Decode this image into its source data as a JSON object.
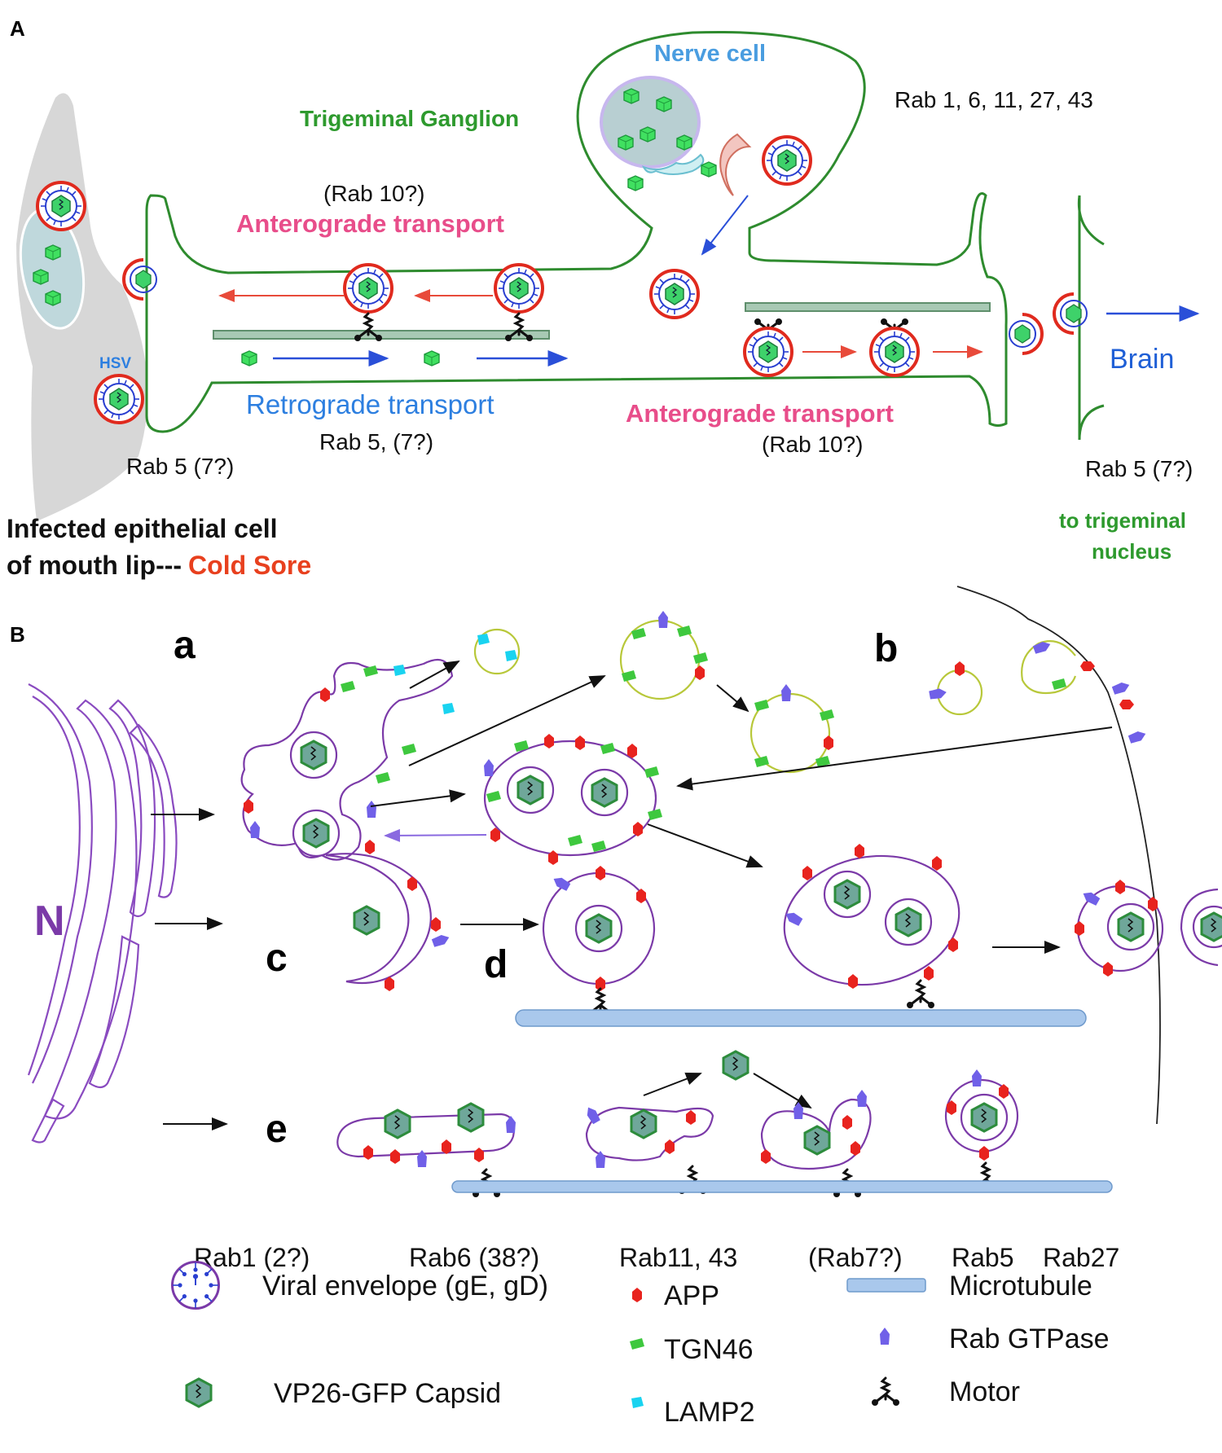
{
  "panel_a": {
    "letter": "A",
    "nerve_cell": "Nerve cell",
    "trigeminal_ganglion": "Trigeminal Ganglion",
    "rab_cell_body": "Rab 1, 6, 11, 27, 43",
    "rab10_top": "(Rab 10?)",
    "anterograde_top": "Anterograde transport",
    "retrograde": "Retrograde transport",
    "rab5_retro": "Rab 5, (7?)",
    "anterograde_bottom": "Anterograde transport",
    "rab10_bottom": "(Rab 10?)",
    "hsv": "HSV",
    "rab5_left": "Rab 5 (7?)",
    "rab5_right": "Rab 5 (7?)",
    "brain": "Brain",
    "epithelial_line1": "Infected epithelial cell",
    "epithelial_line2": "of mouth lip---",
    "cold_sore": "Cold Sore",
    "trigeminal_nucleus_line1": "to trigeminal",
    "trigeminal_nucleus_line2": "nucleus"
  },
  "panel_b": {
    "letter": "B",
    "nucleus": "N",
    "sub_a": "a",
    "sub_b": "b",
    "sub_c": "c",
    "sub_d": "d",
    "sub_e": "e",
    "rab_labels": [
      "Rab1 (2?)",
      "Rab6  (38?)",
      "Rab11, 43",
      "(Rab7?)",
      "Rab5",
      "Rab27"
    ]
  },
  "legend": {
    "viral_envelope": "Viral envelope (gE, gD)",
    "capsid": "VP26-GFP Capsid",
    "app": "APP",
    "tgn46": "TGN46",
    "lamp2": "LAMP2",
    "microtubule": "Microtubule",
    "rab_gtpase": "Rab GTPase",
    "motor": "Motor"
  },
  "colors": {
    "membrane_green": "#2e8b2e",
    "vesicle_purple": "#7b3aa8",
    "app_red": "#e8231e",
    "tgn46_green": "#3ec83e",
    "lamp2_cyan": "#19d3f0",
    "rab_violet": "#7060e8",
    "microtubule_blue": "#a9c8ec",
    "capsid_green": "#6bbf8a"
  }
}
